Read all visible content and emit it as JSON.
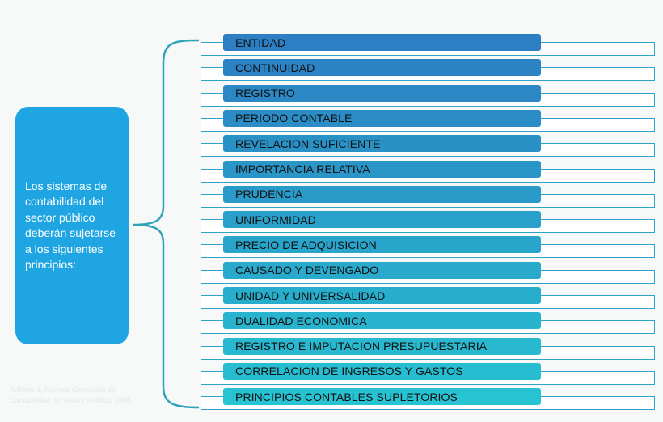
{
  "intro_box": {
    "text": "Los sistemas de contabilidad del sector público deberán sujetarse a los siguientes principios:",
    "color": "#1fa6e2"
  },
  "principles": [
    {
      "label": "ENTIDAD",
      "color": "#2b7fc2"
    },
    {
      "label": "CONTINUIDAD",
      "color": "#2b83c4"
    },
    {
      "label": "REGISTRO",
      "color": "#2b88c5"
    },
    {
      "label": "PERIODO CONTABLE",
      "color": "#2b8cc6"
    },
    {
      "label": "REVELACION SUFICIENTE",
      "color": "#2a91c7"
    },
    {
      "label": "IMPORTANCIA RELATIVA",
      "color": "#2a96c8"
    },
    {
      "label": "PRUDENCIA",
      "color": "#2a9ac9"
    },
    {
      "label": "UNIFORMIDAD",
      "color": "#29a0ca"
    },
    {
      "label": "PRECIO DE ADQUISICION",
      "color": "#29a4cb"
    },
    {
      "label": "CAUSADO Y DEVENGADO",
      "color": "#29a9cc"
    },
    {
      "label": "UNIDAD Y UNIVERSALIDAD",
      "color": "#28aecd"
    },
    {
      "label": "DUALIDAD ECONOMICA",
      "color": "#28b3cf"
    },
    {
      "label": "REGISTRO E IMPUTACION PRESUPUESTARIA",
      "color": "#28b8d0"
    },
    {
      "label": "CORRELACION DE INGRESOS Y GASTOS",
      "color": "#27bdd1"
    },
    {
      "label": "PRINCIPIOS CONTABLES SUPLETORIOS",
      "color": "#27c3d3"
    }
  ],
  "brace_color": "#2fa3b7",
  "row_outline_color": "#2fa3c7",
  "footnote": "Artículo 4, Normas Generales de Contabilidad del Sector Público, 1995."
}
